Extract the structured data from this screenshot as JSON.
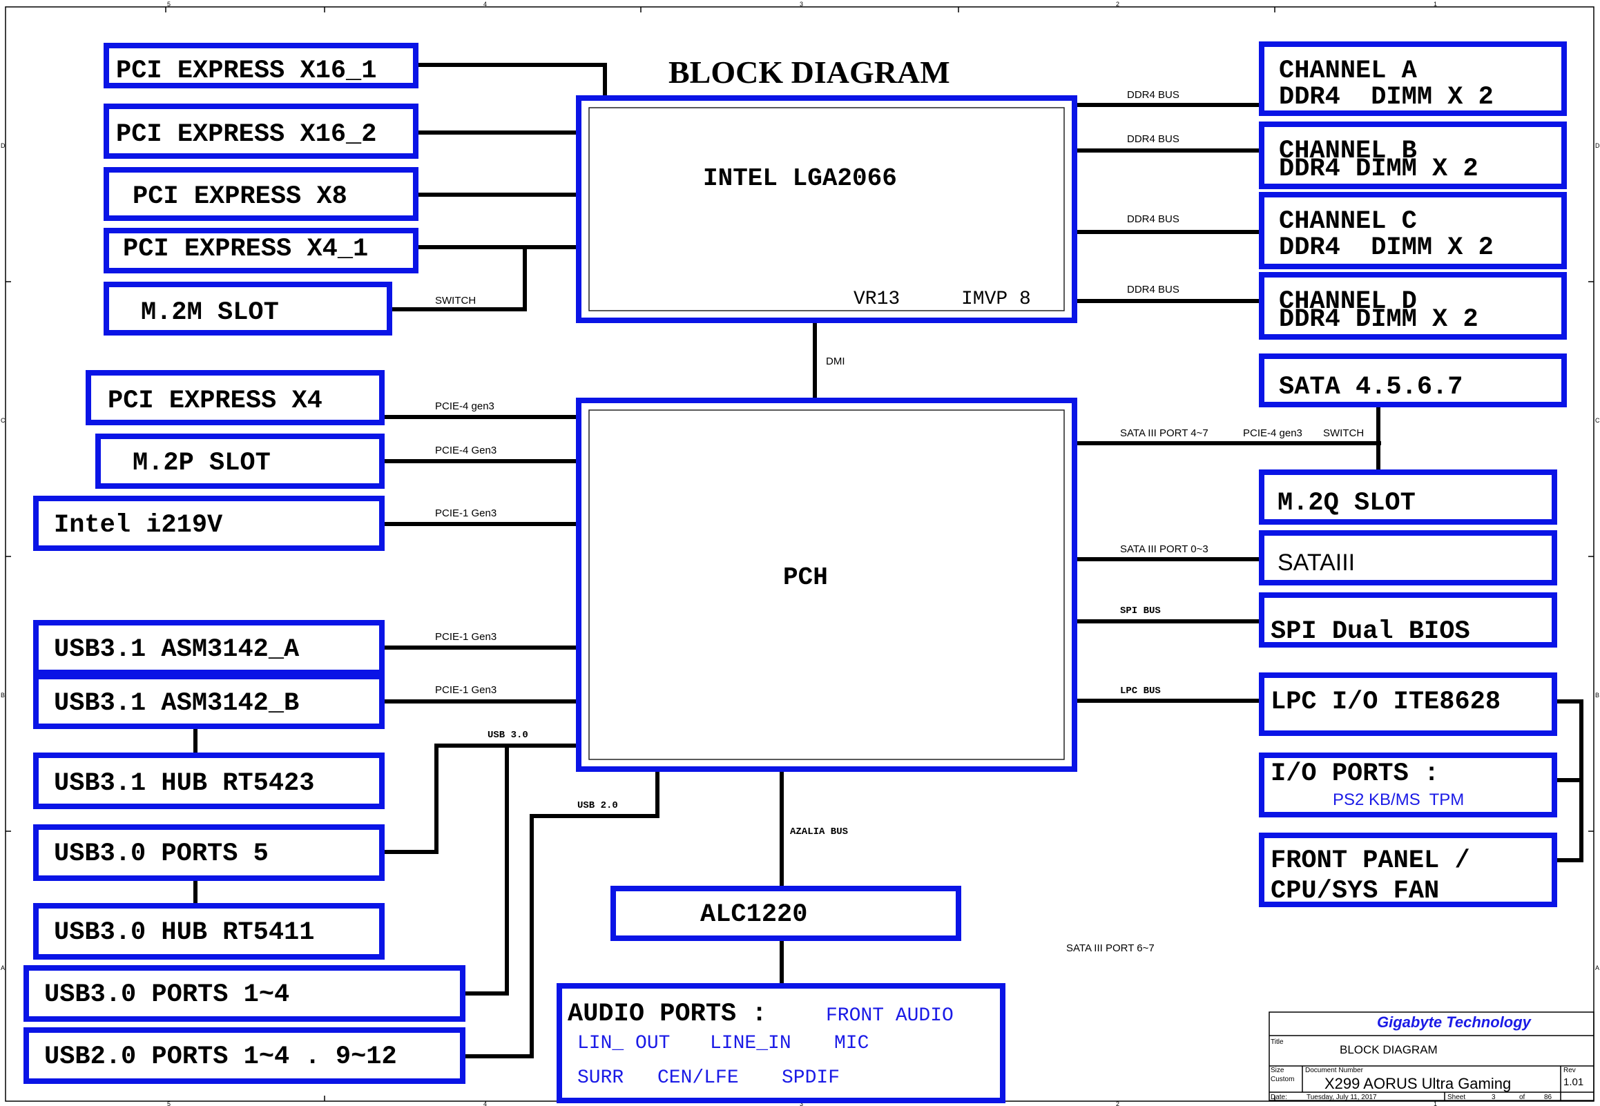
{
  "diagram": {
    "title": "BLOCK DIAGRAM",
    "cpu": {
      "name": "INTEL LGA2066",
      "vr": "VR13",
      "imvp": "IMVP 8"
    },
    "pch": {
      "name": "PCH"
    },
    "dmi_label": "DMI",
    "left_top": [
      "PCI EXPRESS X16_1",
      "PCI EXPRESS X16_2",
      "PCI EXPRESS X8",
      "PCI EXPRESS X4_1",
      "M.2M SLOT"
    ],
    "switch_label": "SWITCH",
    "left_mid": [
      {
        "name": "PCI EXPRESS X4",
        "bus": "PCIE-4 gen3"
      },
      {
        "name": "M.2P SLOT",
        "bus": "PCIE-4 Gen3"
      },
      {
        "name": "Intel i219V",
        "bus": "PCIE-1 Gen3"
      }
    ],
    "left_usb": [
      {
        "name": "USB3.1 ASM3142_A",
        "bus": "PCIE-1 Gen3"
      },
      {
        "name": "USB3.1 ASM3142_B",
        "bus": "PCIE-1 Gen3"
      },
      {
        "name": "USB3.1 HUB RT5423"
      },
      {
        "name": "USB3.0 PORTS 5"
      },
      {
        "name": "USB3.0 HUB RT5411"
      },
      {
        "name": "USB3.0 PORTS 1~4"
      },
      {
        "name": "USB2.0 PORTS 1~4 . 9~12"
      }
    ],
    "usb30_bus": "USB 3.0",
    "usb20_bus": "USB 2.0",
    "memory": [
      {
        "line1": "CHANNEL A",
        "line2": "DDR4  DIMM X 2",
        "bus": "DDR4 BUS"
      },
      {
        "line1": "CHANNEL B",
        "line2": "DDR4 DIMM X 2",
        "bus": "DDR4 BUS"
      },
      {
        "line1": "CHANNEL C",
        "line2": "DDR4  DIMM X 2",
        "bus": "DDR4 BUS"
      },
      {
        "line1": "CHANNEL D",
        "line2": "DDR4 DIMM X 2",
        "bus": "DDR4 BUS"
      }
    ],
    "right_pch": {
      "sata4567": "SATA 4.5.6.7",
      "m2q": "M.2Q SLOT",
      "sata3": "SATAIII",
      "spi": "SPI Dual BIOS",
      "lpc": "LPC I/O ITE8628",
      "io_ports": "I/O PORTS :",
      "io_sub": "PS2 KB/MS  TPM",
      "front1": "FRONT PANEL /",
      "front2": "CPU/SYS FAN"
    },
    "right_bus": {
      "sata_port47": "SATA III PORT 4~7",
      "pcie4_gen3": "PCIE-4 gen3",
      "switch": "SWITCH",
      "sata_port03": "SATA III PORT 0~3",
      "spi_bus": "SPI BUS",
      "lpc_bus": "LPC BUS",
      "sata_port67": "SATA III PORT 6~7"
    },
    "audio": {
      "codec": "ALC1220",
      "bus": "AZALIA BUS",
      "ports_title": "AUDIO PORTS :",
      "front_audio": "FRONT AUDIO",
      "items_row1": [
        "LIN_ OUT",
        "LINE_IN",
        "MIC"
      ],
      "items_row2": [
        "SURR",
        "CEN/LFE",
        "SPDIF"
      ]
    }
  },
  "title_block": {
    "company": "Gigabyte Technology",
    "title_label": "Title",
    "title": "BLOCK DIAGRAM",
    "size_label": "Size",
    "size": "Custom",
    "docnum_label": "Document Number",
    "docnum": "X299 AORUS Ultra Gaming",
    "rev_label": "Rev",
    "rev": "1.01",
    "date_label": "Date:",
    "date": "Tuesday, July 11, 2017",
    "sheet_label": "Sheet",
    "sheet": "3",
    "of_label": "of",
    "sheets": "86"
  },
  "frame_marks": {
    "columns": [
      "5",
      "4",
      "3",
      "2",
      "1"
    ],
    "rows": [
      "D",
      "C",
      "B",
      "A"
    ]
  }
}
